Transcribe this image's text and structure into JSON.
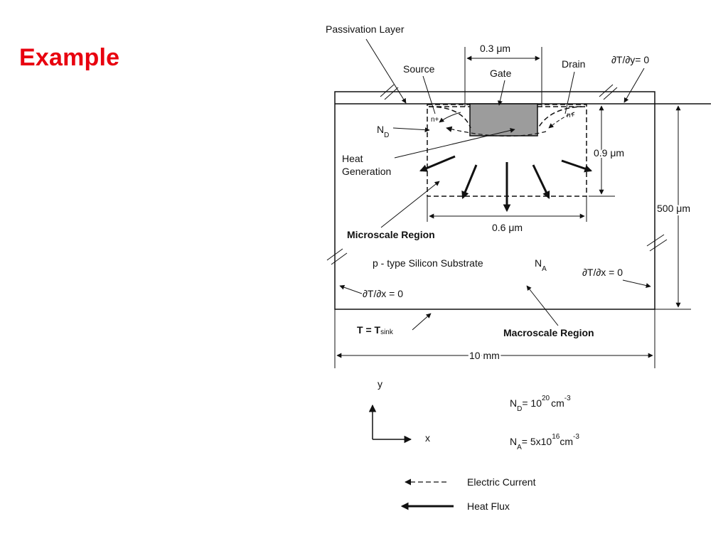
{
  "slide": {
    "title": "Example"
  },
  "diagram": {
    "passivation_layer": "Passivation Layer",
    "gate_length": "0.3 μm",
    "source": "Source",
    "gate": "Gate",
    "drain": "Drain",
    "top_bc": "∂T/∂y= 0",
    "n_plus": "n+",
    "n_d": "N",
    "n_d_sub": "D",
    "heat_generation_1": "Heat",
    "heat_generation_2": "Generation",
    "depth_09": "0.9 μm",
    "thickness_500": "500 μm",
    "width_06": "0.6 μm",
    "microscale_region": "Microscale Region",
    "substrate": "p - type Silicon Substrate",
    "n_a": "N",
    "n_a_sub": "A",
    "right_bc": "∂T/∂x = 0",
    "left_bc": "∂T/∂x  = 0",
    "bottom_bc": "T = T",
    "bottom_bc_sub": "sink",
    "macroscale_region": "Macroscale Region",
    "width_10mm": "10 mm"
  },
  "axes": {
    "y": "y",
    "x": "x"
  },
  "formulas": {
    "nd_symbol": "N",
    "nd_sub": "D",
    "nd_eq": "= 10",
    "nd_exp": "20",
    "nd_unit": "cm",
    "nd_unit_exp": "-3",
    "na_symbol": "N",
    "na_sub": "A",
    "na_eq": "= 5x10",
    "na_exp": "16",
    "na_unit": "cm",
    "na_unit_exp": "-3"
  },
  "legend": {
    "electric_current": "Electric Current",
    "heat_flux": "Heat Flux"
  },
  "colors": {
    "title": "#e8000f",
    "gate_fill": "#9c9c9c",
    "micro_fill": "#ececec"
  }
}
